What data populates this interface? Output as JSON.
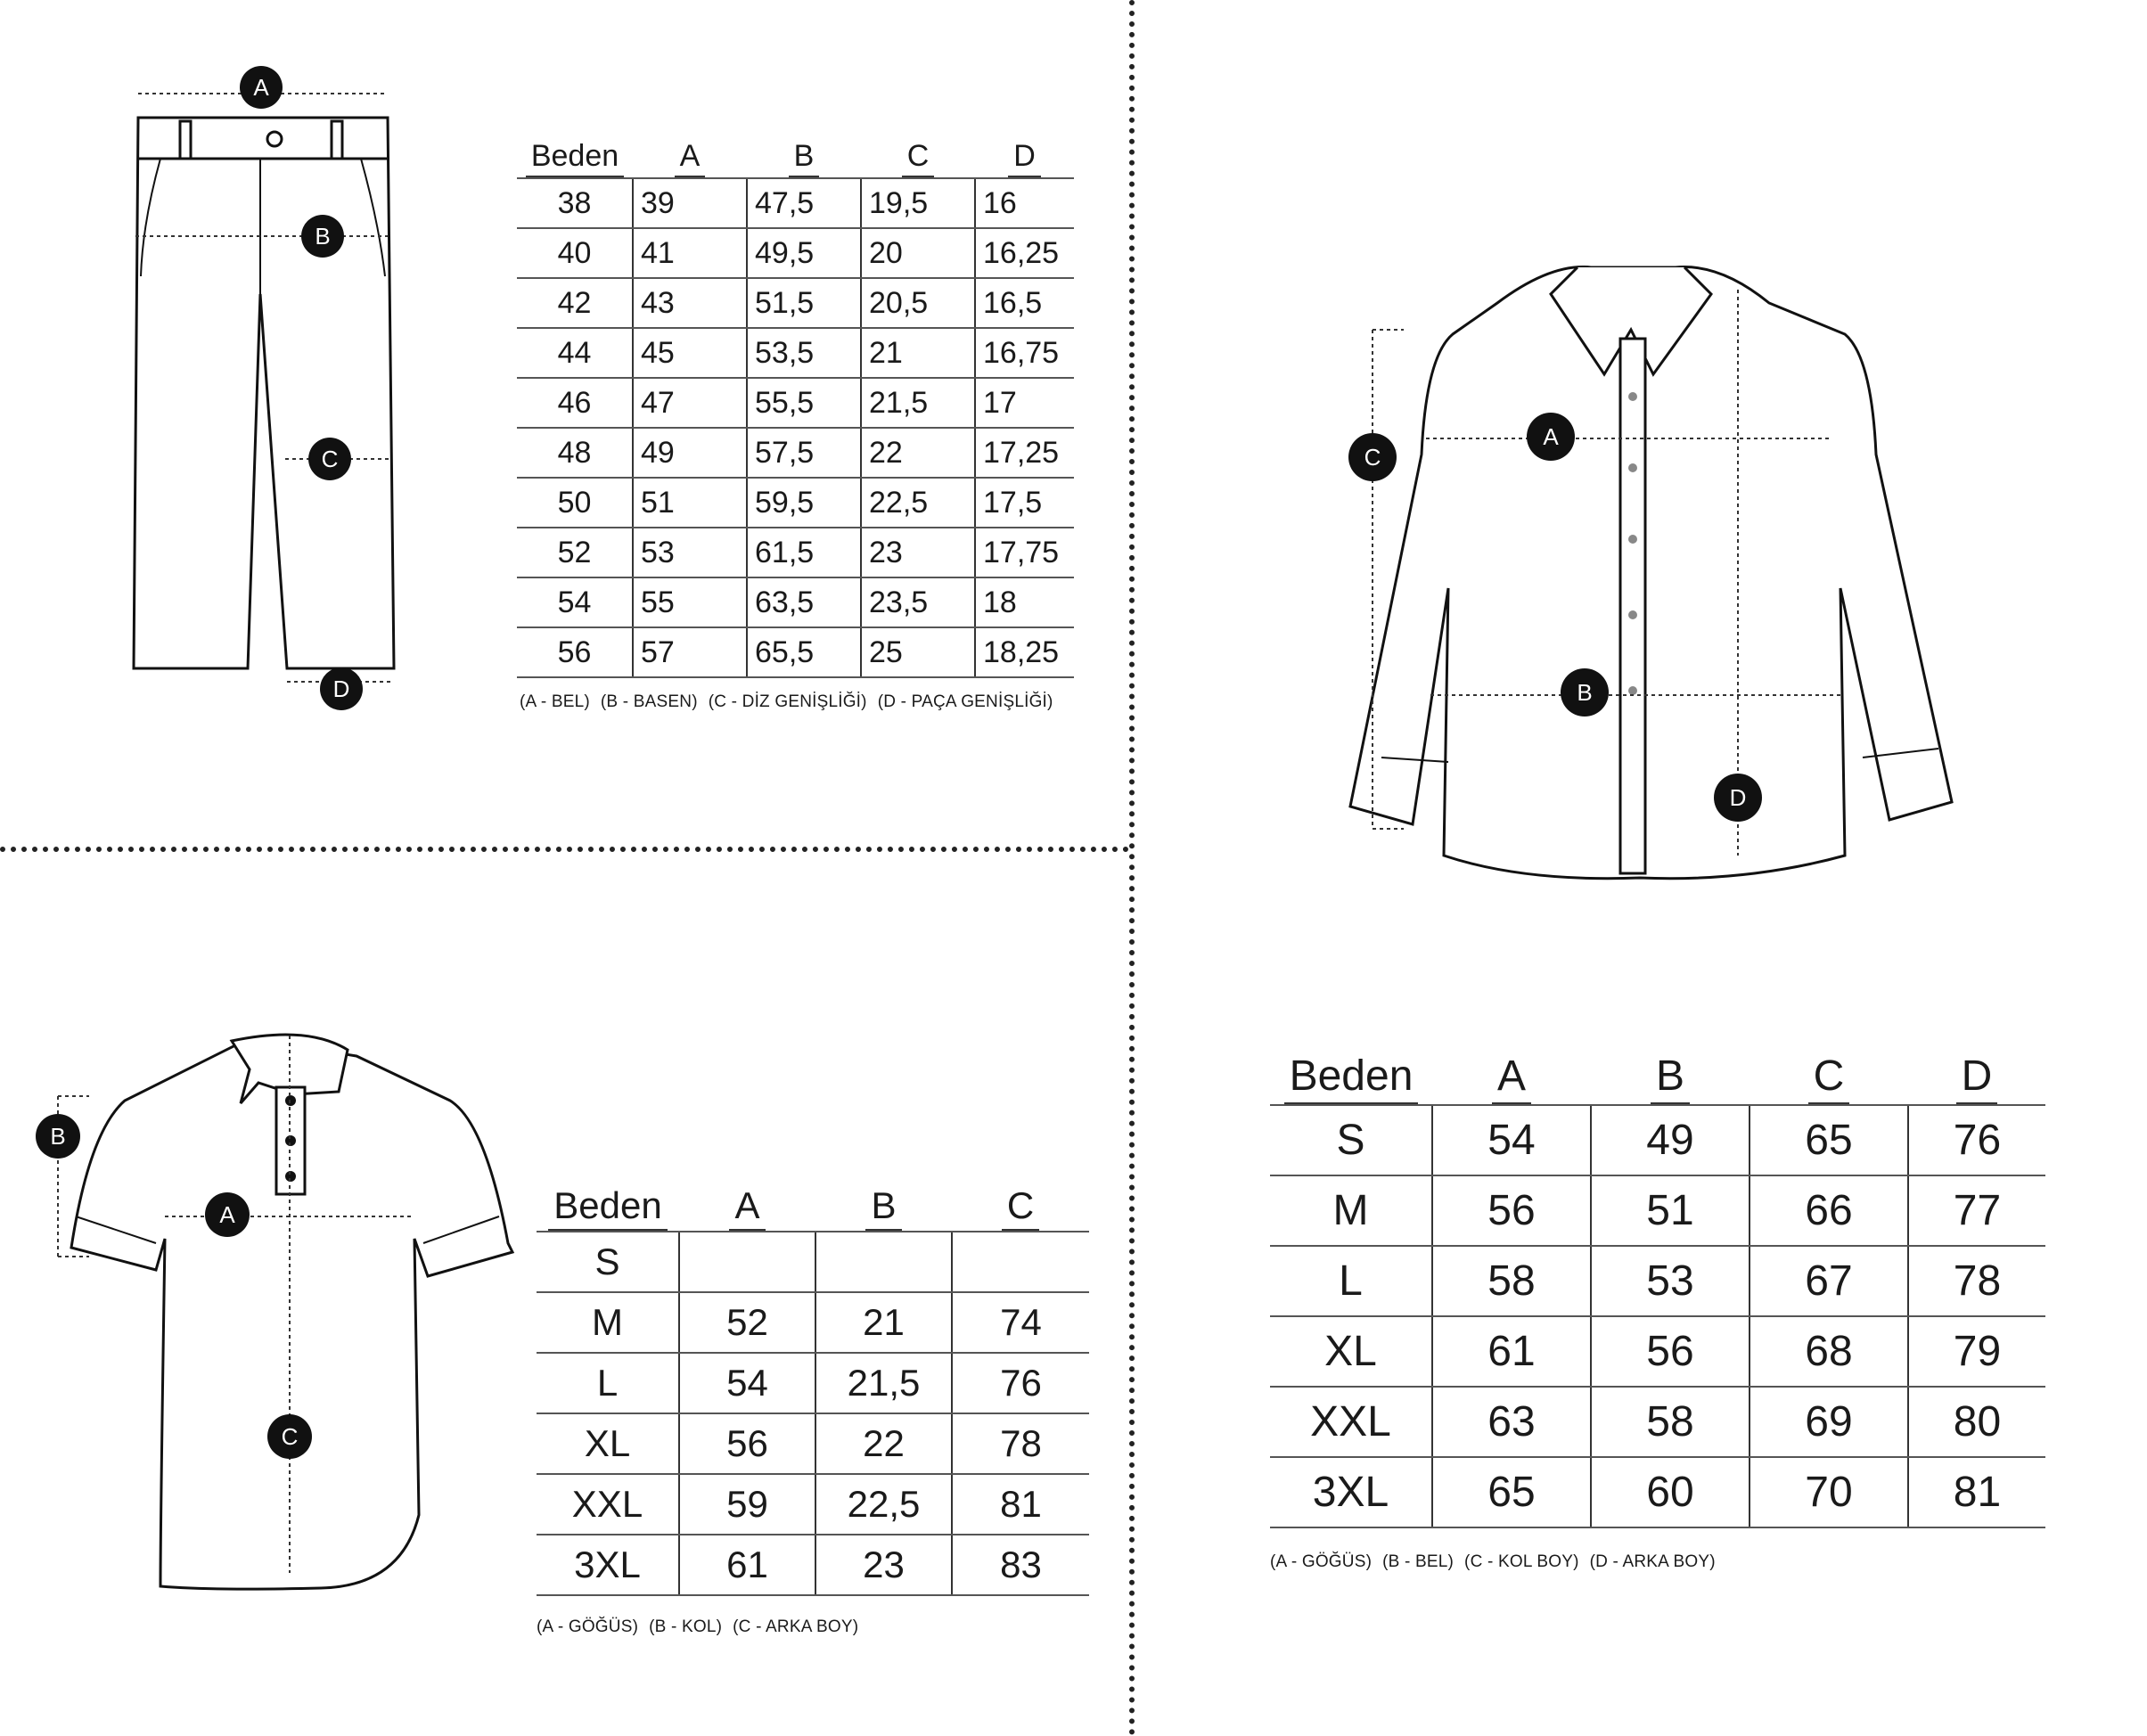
{
  "pants": {
    "header": [
      "Beden",
      "A",
      "B",
      "C",
      "D"
    ],
    "rows": [
      [
        "38",
        "39",
        "47,5",
        "19,5",
        "16"
      ],
      [
        "40",
        "41",
        "49,5",
        "20",
        "16,25"
      ],
      [
        "42",
        "43",
        "51,5",
        "20,5",
        "16,5"
      ],
      [
        "44",
        "45",
        "53,5",
        "21",
        "16,75"
      ],
      [
        "46",
        "47",
        "55,5",
        "21,5",
        "17"
      ],
      [
        "48",
        "49",
        "57,5",
        "22",
        "17,25"
      ],
      [
        "50",
        "51",
        "59,5",
        "22,5",
        "17,5"
      ],
      [
        "52",
        "53",
        "61,5",
        "23",
        "17,75"
      ],
      [
        "54",
        "55",
        "63,5",
        "23,5",
        "18"
      ],
      [
        "56",
        "57",
        "65,5",
        "25",
        "18,25"
      ]
    ],
    "legend": [
      "(A - BEL)",
      "(B - BASEN)",
      "(C - DİZ GENİŞLİĞİ)",
      "(D - PAÇA GENİŞLİĞİ)"
    ],
    "markers": [
      "A",
      "B",
      "C",
      "D"
    ]
  },
  "shirt": {
    "header": [
      "Beden",
      "A",
      "B",
      "C",
      "D"
    ],
    "rows": [
      [
        "S",
        "54",
        "49",
        "65",
        "76"
      ],
      [
        "M",
        "56",
        "51",
        "66",
        "77"
      ],
      [
        "L",
        "58",
        "53",
        "67",
        "78"
      ],
      [
        "XL",
        "61",
        "56",
        "68",
        "79"
      ],
      [
        "XXL",
        "63",
        "58",
        "69",
        "80"
      ],
      [
        "3XL",
        "65",
        "60",
        "70",
        "81"
      ]
    ],
    "legend": [
      "(A - GÖĞÜS)",
      "(B - BEL)",
      "(C - KOL BOY)",
      "(D - ARKA BOY)"
    ],
    "markers": [
      "A",
      "B",
      "C",
      "D"
    ]
  },
  "polo": {
    "header": [
      "Beden",
      "A",
      "B",
      "C"
    ],
    "rows": [
      [
        "S",
        "",
        "",
        ""
      ],
      [
        "M",
        "52",
        "21",
        "74"
      ],
      [
        "L",
        "54",
        "21,5",
        "76"
      ],
      [
        "XL",
        "56",
        "22",
        "78"
      ],
      [
        "XXL",
        "59",
        "22,5",
        "81"
      ],
      [
        "3XL",
        "61",
        "23",
        "83"
      ]
    ],
    "legend": [
      "(A - GÖĞÜS)",
      "(B - KOL)",
      "(C - ARKA BOY)"
    ],
    "markers": [
      "A",
      "B",
      "C"
    ]
  }
}
